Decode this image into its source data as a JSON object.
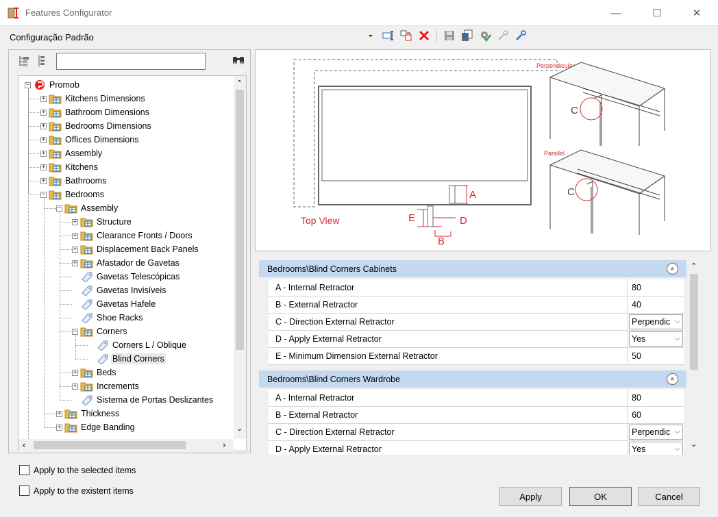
{
  "window": {
    "title": "Features Configurator",
    "minimize_glyph": "—",
    "maximize_glyph": "☐",
    "close_glyph": "✕"
  },
  "config": {
    "label": "Configuração Padrão"
  },
  "toolbar": {
    "icons": [
      "dropdown-arrow-icon",
      "rename-icon",
      "copy-config-icon",
      "delete-icon",
      "save-icon",
      "export-icon",
      "settings-check-icon",
      "key-icon",
      "key-blue-icon"
    ],
    "accent_red": "#e81c1c",
    "accent_blue": "#1e6fc8"
  },
  "tree": {
    "search_value": "",
    "nodes": [
      {
        "label": "Promob",
        "level": 0,
        "expander": "−",
        "icon": "promob-logo-icon"
      },
      {
        "label": "Kitchens Dimensions",
        "level": 1,
        "expander": "+",
        "icon": "folder-icon"
      },
      {
        "label": "Bathroom Dimensions",
        "level": 1,
        "expander": "+",
        "icon": "folder-icon"
      },
      {
        "label": "Bedrooms Dimensions",
        "level": 1,
        "expander": "+",
        "icon": "folder-icon"
      },
      {
        "label": "Offices Dimensions",
        "level": 1,
        "expander": "+",
        "icon": "folder-icon"
      },
      {
        "label": "Assembly",
        "level": 1,
        "expander": "+",
        "icon": "folder-icon"
      },
      {
        "label": "Kitchens",
        "level": 1,
        "expander": "+",
        "icon": "folder-icon"
      },
      {
        "label": "Bathrooms",
        "level": 1,
        "expander": "+",
        "icon": "folder-icon"
      },
      {
        "label": "Bedrooms",
        "level": 1,
        "expander": "−",
        "icon": "folder-icon"
      },
      {
        "label": "Assembly",
        "level": 2,
        "expander": "−",
        "icon": "folder-icon"
      },
      {
        "label": "Structure",
        "level": 3,
        "expander": "+",
        "icon": "folder-icon"
      },
      {
        "label": "Clearance Fronts / Doors",
        "level": 3,
        "expander": "+",
        "icon": "folder-icon"
      },
      {
        "label": "Displacement Back Panels",
        "level": 3,
        "expander": "+",
        "icon": "folder-icon"
      },
      {
        "label": "Afastador de Gavetas",
        "level": 3,
        "expander": "+",
        "icon": "folder-icon"
      },
      {
        "label": "Gavetas Telescópicas",
        "level": 3,
        "expander": "",
        "icon": "tag-icon"
      },
      {
        "label": "Gavetas Invisíveis",
        "level": 3,
        "expander": "",
        "icon": "tag-icon"
      },
      {
        "label": "Gavetas Hafele",
        "level": 3,
        "expander": "",
        "icon": "tag-icon"
      },
      {
        "label": "Shoe Racks",
        "level": 3,
        "expander": "",
        "icon": "tag-icon"
      },
      {
        "label": "Corners",
        "level": 3,
        "expander": "−",
        "icon": "folder-icon"
      },
      {
        "label": "Corners L / Oblique",
        "level": 4,
        "expander": "",
        "icon": "tag-icon"
      },
      {
        "label": "Blind Corners",
        "level": 4,
        "expander": "",
        "icon": "tag-icon",
        "selected": true
      },
      {
        "label": "Beds",
        "level": 3,
        "expander": "+",
        "icon": "folder-icon"
      },
      {
        "label": "Increments",
        "level": 3,
        "expander": "+",
        "icon": "folder-icon"
      },
      {
        "label": "Sistema de Portas Deslizantes",
        "level": 3,
        "expander": "",
        "icon": "tag-icon"
      },
      {
        "label": "Thickness",
        "level": 2,
        "expander": "+",
        "icon": "folder-icon"
      },
      {
        "label": "Edge Banding",
        "level": 2,
        "expander": "+",
        "icon": "folder-icon"
      }
    ]
  },
  "diagram": {
    "top_view_label": "Top View",
    "perpendicular_label": "Perpendicular",
    "parallel_label": "Parallel",
    "dim_a": "A",
    "dim_b": "B",
    "dim_c": "C",
    "dim_d": "D",
    "dim_e": "E",
    "label_color": "#d42b2b"
  },
  "groups": [
    {
      "title": "Bedrooms\\Blind Corners Cabinets",
      "rows": [
        {
          "name": "A - Internal Retractor",
          "value": "80",
          "kind": "text"
        },
        {
          "name": "B - External Retractor",
          "value": "40",
          "kind": "text"
        },
        {
          "name": "C - Direction External Retractor",
          "value": "Perpendic",
          "kind": "select"
        },
        {
          "name": "D - Apply External Retractor",
          "value": "Yes",
          "kind": "select"
        },
        {
          "name": "E - Minimum Dimension External Retractor",
          "value": "50",
          "kind": "text"
        }
      ]
    },
    {
      "title": "Bedrooms\\Blind Corners Wardrobe",
      "rows": [
        {
          "name": "A - Internal Retractor",
          "value": "80",
          "kind": "text"
        },
        {
          "name": "B - External Retractor",
          "value": "60",
          "kind": "text"
        },
        {
          "name": "C - Direction External Retractor",
          "value": "Perpendic",
          "kind": "select"
        },
        {
          "name": "D - Apply External Retractor",
          "value": "Yes",
          "kind": "select"
        }
      ]
    }
  ],
  "collapse_glyph": "«",
  "options": {
    "apply_selected": "Apply to the selected items",
    "apply_existent": "Apply to the existent items"
  },
  "buttons": {
    "apply": "Apply",
    "ok": "OK",
    "cancel": "Cancel"
  },
  "colors": {
    "group_header": "#c4d9ef",
    "folder": "#e8b84a"
  }
}
